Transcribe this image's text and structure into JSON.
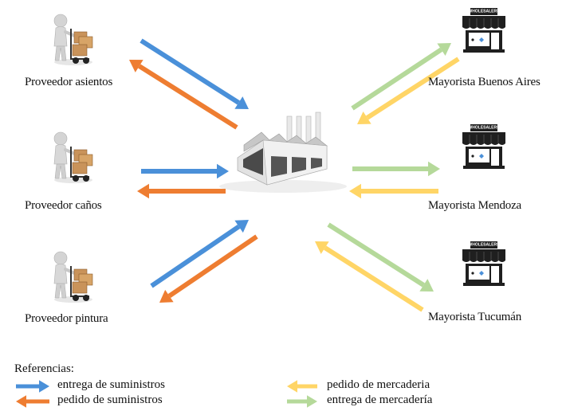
{
  "nodes": {
    "suppliers": [
      {
        "name": "Proveedor asientos"
      },
      {
        "name": "Proveedor caños"
      },
      {
        "name": "Proveedor pintura"
      }
    ],
    "wholesalers": [
      {
        "name": "Mayorista Buenos Aires",
        "sign": "WHOLESALERS"
      },
      {
        "name": "Mayorista Mendoza",
        "sign": "WHOLESALERS"
      },
      {
        "name": "Mayorista Tucumán",
        "sign": "WHOLESALERS"
      }
    ]
  },
  "legend": {
    "title": "Referencias:",
    "items": [
      {
        "label": "entrega de suministros",
        "color": "#4a90d9"
      },
      {
        "label": "pedido de suministros",
        "color": "#ee7d31"
      },
      {
        "label": "pedido de mercaderia",
        "color": "#ffd566"
      },
      {
        "label": "entrega de mercadería",
        "color": "#b5d99a"
      }
    ]
  },
  "colors": {
    "supply_delivery": "#4a90d9",
    "supply_order": "#ee7d31",
    "goods_order": "#ffd566",
    "goods_delivery": "#b5d99a"
  }
}
